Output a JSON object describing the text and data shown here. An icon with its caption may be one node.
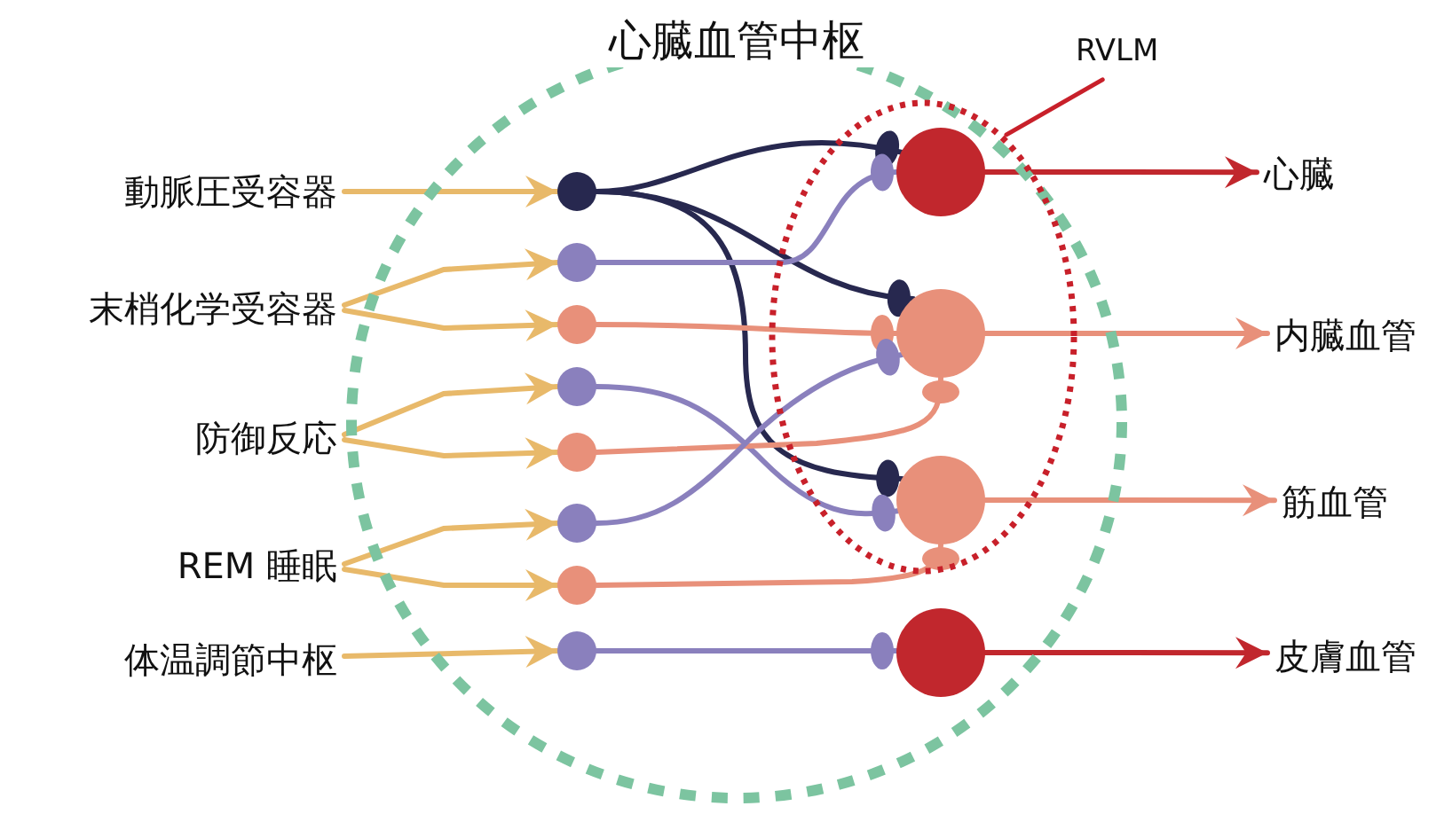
{
  "diagram": {
    "nodes": [
      {
        "text": [
          "心臓血管中枢"
        ]
      },
      {
        "text": [
          "RVLM"
        ]
      },
      {
        "text": [],
        "shape": "ellipse",
        "in": 0
      },
      {
        "text": [
          "動脈圧受容器"
        ]
      },
      {
        "text": [
          "末梢化学受容器"
        ]
      },
      {
        "text": [
          "防御反応"
        ]
      },
      {
        "text": [
          "REM 睡眠"
        ]
      },
      {
        "text": [
          "体温調節中枢"
        ]
      },
      {
        "text": [],
        "shape": "circle",
        "in": 0
      },
      {
        "text": [],
        "shape": "circle",
        "in": 0
      },
      {
        "text": [],
        "shape": "circle",
        "in": 0
      },
      {
        "text": [],
        "shape": "circle",
        "in": 0
      },
      {
        "text": [],
        "shape": "circle",
        "in": 0
      },
      {
        "text": [],
        "shape": "circle",
        "in": 0
      },
      {
        "text": [],
        "shape": "circle",
        "in": 0
      },
      {
        "text": [],
        "shape": "circle",
        "in": 0
      },
      {
        "text": [],
        "shape": "circle",
        "in": 2
      },
      {
        "text": [],
        "shape": "circle",
        "in": 2
      },
      {
        "text": [],
        "shape": "circle",
        "in": 2
      },
      {
        "text": [],
        "shape": "circle",
        "in": 0
      },
      {
        "text": [
          "心臓"
        ]
      },
      {
        "text": [
          "内臓血管"
        ]
      },
      {
        "text": [
          "筋血管"
        ]
      },
      {
        "text": [
          "皮膚血管"
        ]
      }
    ],
    "edges": [
      {
        "from": 1,
        "to": 2,
        "arrow": "none",
        "color": "#c8202a"
      },
      {
        "from": 3,
        "to": 8,
        "arrow": "to"
      },
      {
        "from": 4,
        "to": 9,
        "arrow": "to"
      },
      {
        "from": 4,
        "to": 10,
        "arrow": "to"
      },
      {
        "from": 5,
        "to": 11,
        "arrow": "to"
      },
      {
        "from": 5,
        "to": 12,
        "arrow": "to"
      },
      {
        "from": 6,
        "to": 13,
        "arrow": "to"
      },
      {
        "from": 6,
        "to": 14,
        "arrow": "to"
      },
      {
        "from": 7,
        "to": 15,
        "arrow": "to"
      },
      {
        "from": 8,
        "to": 16,
        "arrow": "other",
        "color": "#27284f"
      },
      {
        "from": 8,
        "to": 17,
        "arrow": "other",
        "color": "#27284f"
      },
      {
        "from": 8,
        "to": 18,
        "arrow": "other",
        "color": "#27284f"
      },
      {
        "from": 9,
        "to": 16,
        "arrow": "other",
        "color": "#8a80bd"
      },
      {
        "from": 10,
        "to": 17,
        "arrow": "other",
        "color": "#e8907a"
      },
      {
        "from": 11,
        "to": 18,
        "arrow": "other",
        "color": "#8a80bd"
      },
      {
        "from": 12,
        "to": 17,
        "arrow": "other",
        "color": "#e8907a"
      },
      {
        "from": 13,
        "to": 17,
        "arrow": "other",
        "color": "#8a80bd"
      },
      {
        "from": 14,
        "to": 18,
        "arrow": "other",
        "color": "#e8907a"
      },
      {
        "from": 15,
        "to": 19,
        "arrow": "other",
        "color": "#8a80bd"
      },
      {
        "from": 16,
        "to": 20,
        "arrow": "to",
        "color": "#c1272d"
      },
      {
        "from": 17,
        "to": 21,
        "arrow": "to",
        "color": "#e8907a"
      },
      {
        "from": 18,
        "to": 22,
        "arrow": "to",
        "color": "#e8907a"
      },
      {
        "from": 19,
        "to": 23,
        "arrow": "to",
        "color": "#c1272d"
      }
    ]
  }
}
